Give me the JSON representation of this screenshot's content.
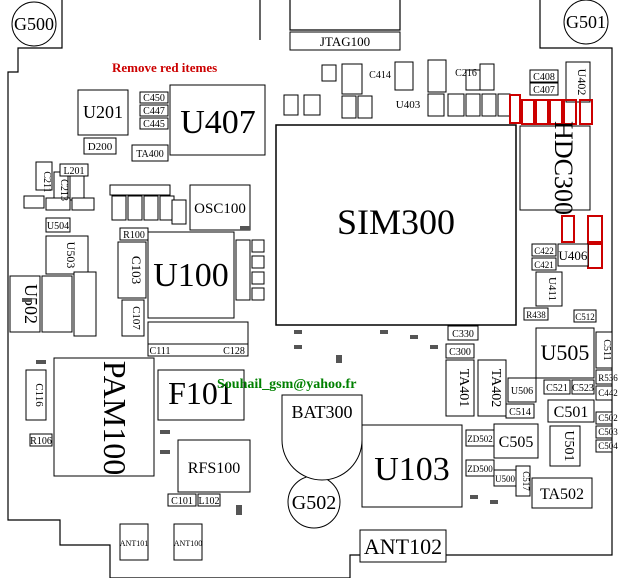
{
  "annotations": {
    "note": "Remove red itemes",
    "contact": "Souhail_gsm@yahoo.fr"
  },
  "colors": {
    "outline": "#000000",
    "note": "#cc0000",
    "contact": "#008000",
    "highlight": "#cc0000",
    "fill": "#ffffff",
    "pad": "#555555"
  },
  "components": {
    "G500": "G500",
    "G501": "G501",
    "G502": "G502",
    "JTAG100": "JTAG100",
    "U201": "U201",
    "U407": "U407",
    "D200": "D200",
    "TA400": "TA400",
    "C450": "C450",
    "C447": "C447",
    "C445": "C445",
    "C414": "C414",
    "U403": "U403",
    "C216": "C216",
    "C408": "C408",
    "C407": "C407",
    "U402": "U402",
    "HDC300": "HDC300",
    "SIM300": "SIM300",
    "OSC100": "OSC100",
    "U100": "U100",
    "U504": "U504",
    "U503": "U503",
    "U502": "U502",
    "C103": "C103",
    "C107": "C107",
    "R100": "R100",
    "C111": "C111",
    "C128": "C128",
    "PAM100": "PAM100",
    "F101": "F101",
    "C116": "C116",
    "R106": "R106",
    "RFS100": "RFS100",
    "C101": "C101",
    "L102": "L102",
    "BAT300": "BAT300",
    "TA401": "TA401",
    "TA402": "TA402",
    "C300": "C300",
    "C330": "C330",
    "U505": "U505",
    "U506": "U506",
    "C501": "C501",
    "C505": "C505",
    "C514": "C514",
    "C521": "C521",
    "C523": "C523",
    "R536": "R536",
    "C442": "C442",
    "C502": "C502",
    "C503": "C503",
    "C504": "C504",
    "U501": "U501",
    "TA502": "TA502",
    "U103": "U103",
    "ZD502": "ZD502",
    "ZD500": "ZD500",
    "U500": "U500",
    "C517": "C517",
    "U406": "U406",
    "U411": "U411",
    "C422": "C422",
    "C421": "C421",
    "R438": "R438",
    "C512": "C512",
    "C511": "C511",
    "ANT101": "ANT101",
    "ANT100": "ANT100",
    "ANT102": "ANT102",
    "C211": "C211",
    "C213": "C213",
    "L201": "L201"
  }
}
